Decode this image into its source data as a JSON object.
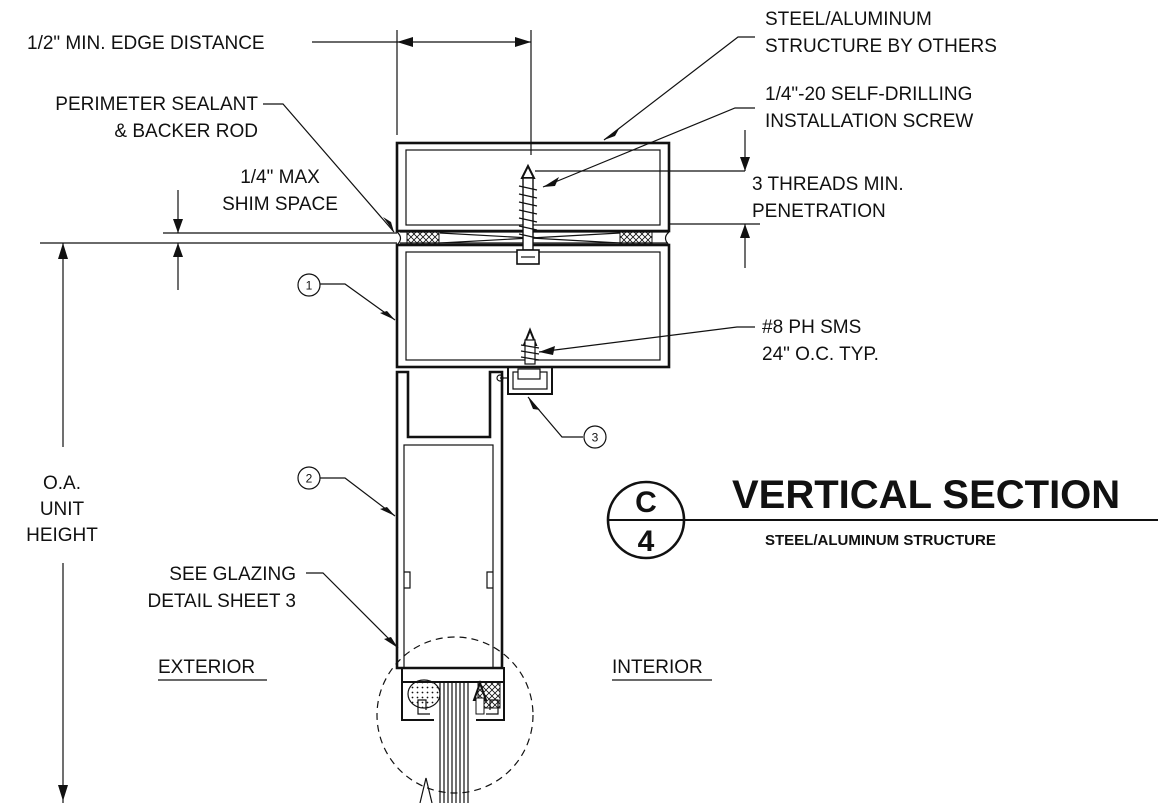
{
  "labels": {
    "edge_distance": "1/2\" MIN. EDGE DISTANCE",
    "structure_line1": "STEEL/ALUMINUM",
    "structure_line2": "STRUCTURE BY OTHERS",
    "screw_line1": "1/4\"-20 SELF-DRILLING",
    "screw_line2": "INSTALLATION SCREW",
    "sealant_line1": "PERIMETER SEALANT",
    "sealant_line2": "& BACKER ROD",
    "shim_line1": "1/4\" MAX",
    "shim_line2": "SHIM SPACE",
    "threads_line1": "3 THREADS MIN.",
    "threads_line2": "PENETRATION",
    "sms_line1": "#8 PH SMS",
    "sms_line2": "24\" O.C. TYP.",
    "height_line1": "O.A.",
    "height_line2": "UNIT",
    "height_line3": "HEIGHT",
    "glazing_line1": "SEE GLAZING",
    "glazing_line2": "DETAIL SHEET 3",
    "exterior": "EXTERIOR",
    "interior": "INTERIOR"
  },
  "callouts": [
    "1",
    "2",
    "3"
  ],
  "section": {
    "tag_letter": "C",
    "tag_number": "4",
    "title": "VERTICAL SECTION",
    "subtitle": "STEEL/ALUMINUM STRUCTURE"
  }
}
